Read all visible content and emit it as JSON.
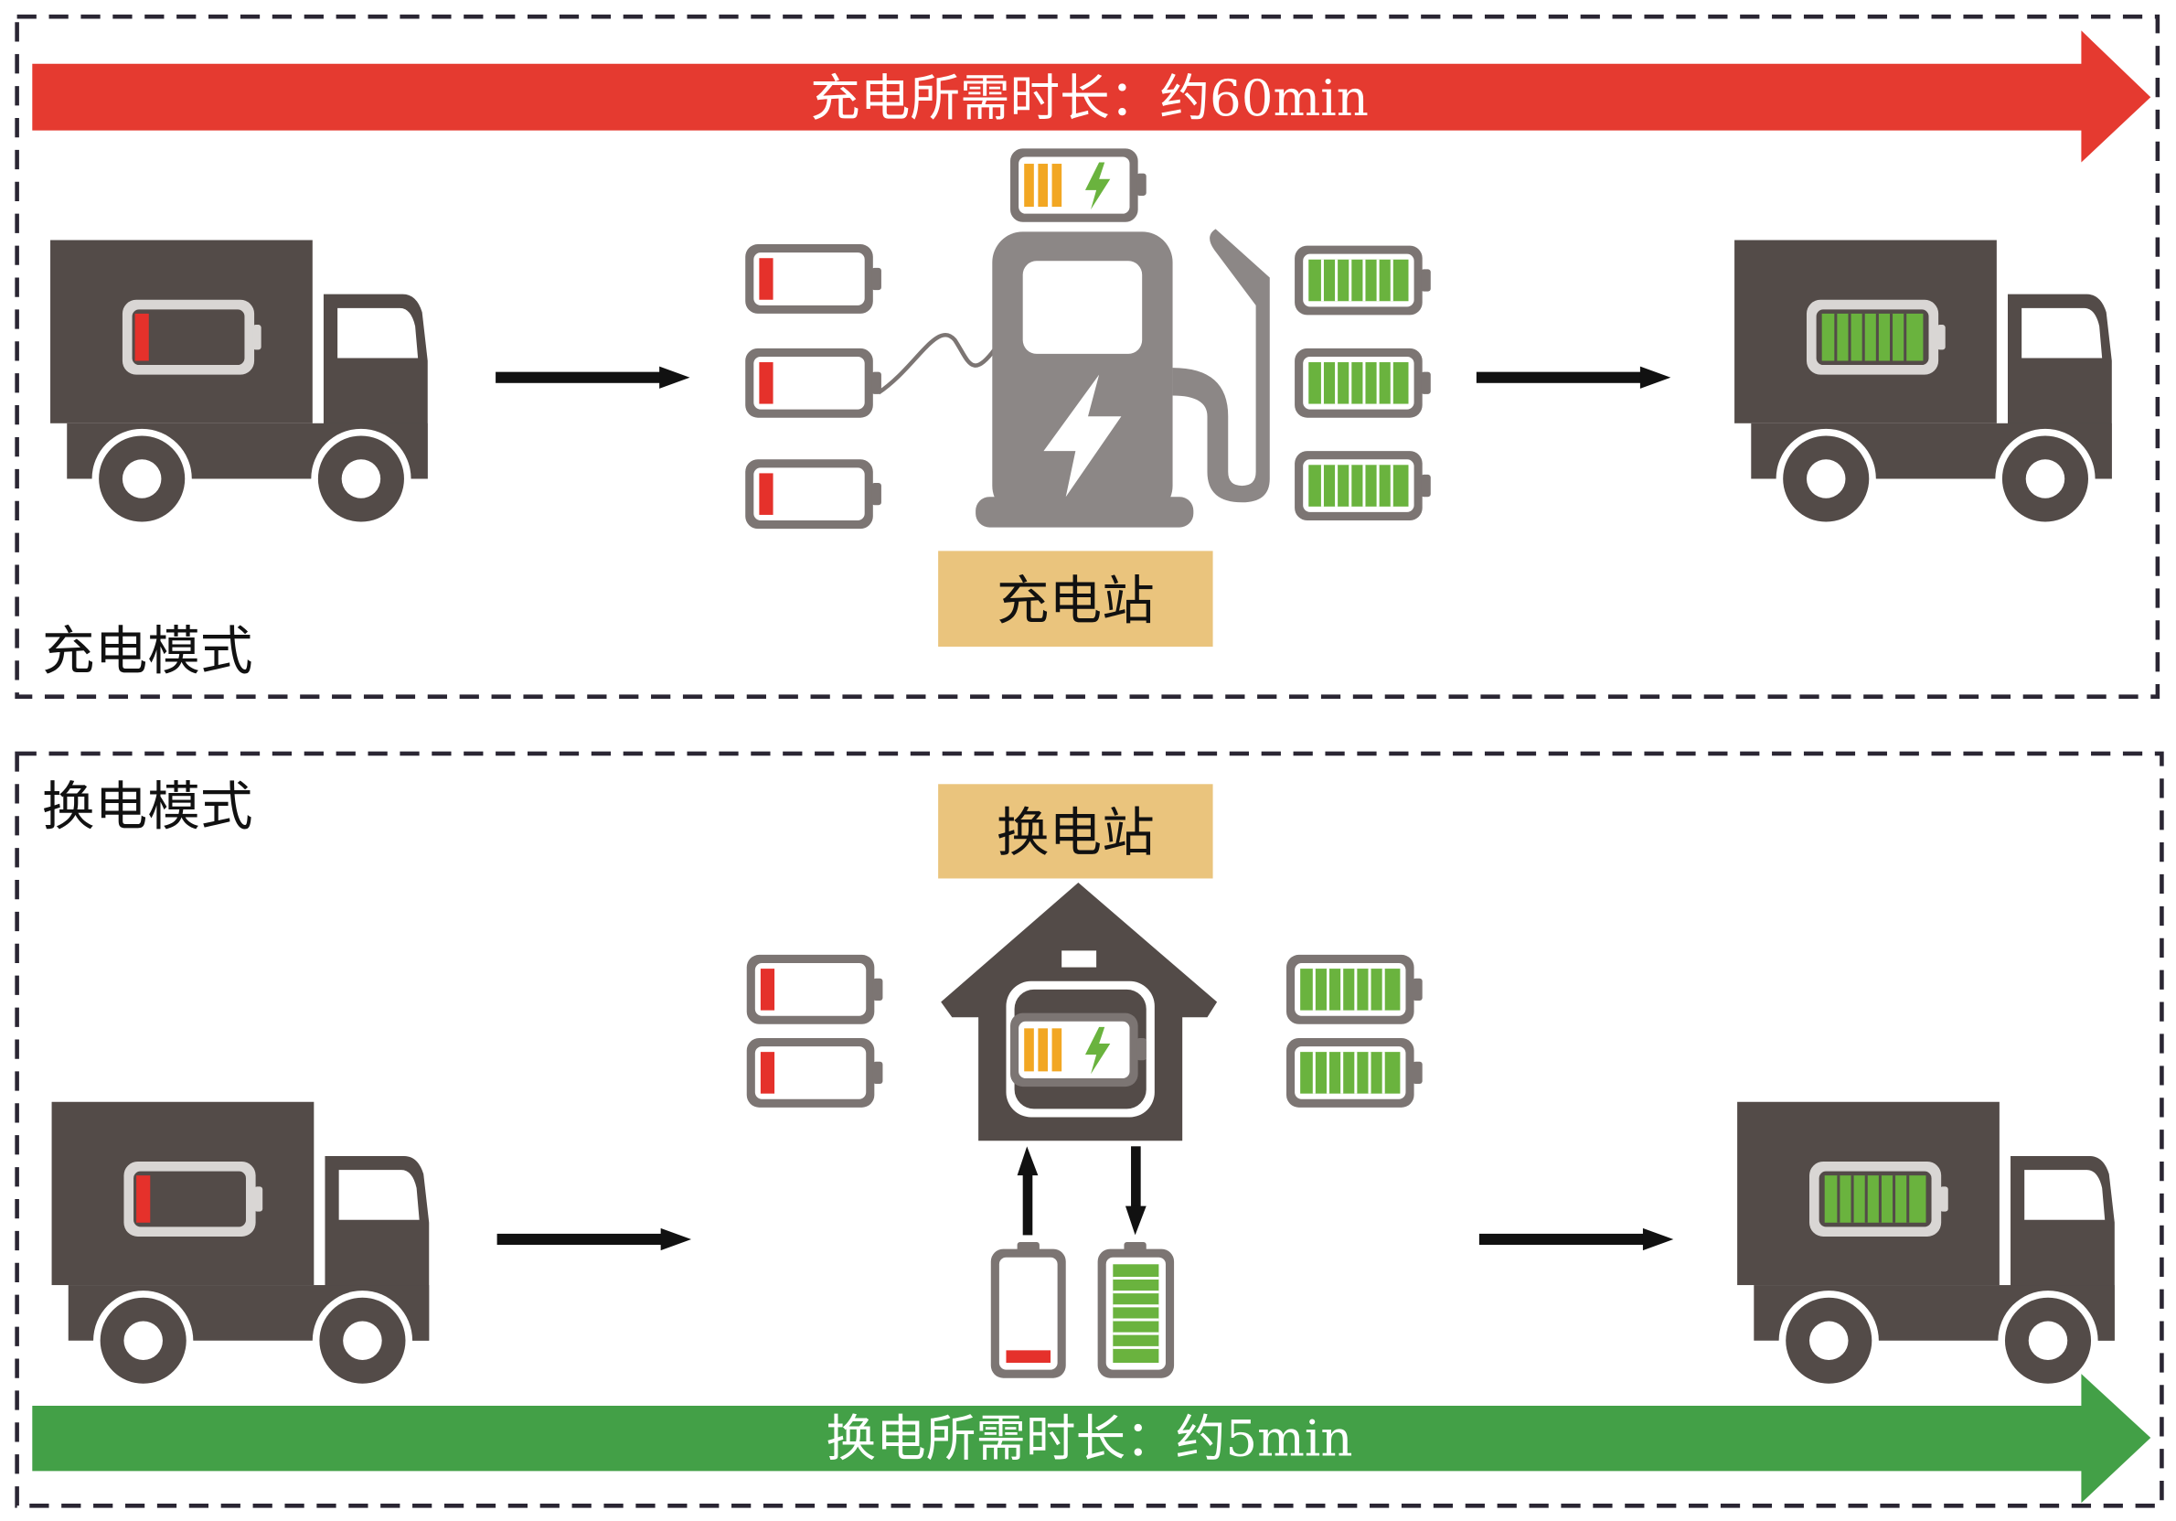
{
  "top_panel": {
    "mode_label": "充电模式",
    "duration_banner": "充电所需时长：约60min",
    "station_label": "充电站"
  },
  "bottom_panel": {
    "mode_label": "换电模式",
    "duration_banner": "换电所需时长：约5min",
    "station_label": "换电站"
  },
  "colors": {
    "red_arrow": "#e53a30",
    "green_arrow": "#43a047",
    "truck": "#534b48",
    "station_label_bg": "#eac47d",
    "battery_red": "#e5312b",
    "battery_green": "#6ab33e",
    "battery_orange": "#f2a723"
  }
}
